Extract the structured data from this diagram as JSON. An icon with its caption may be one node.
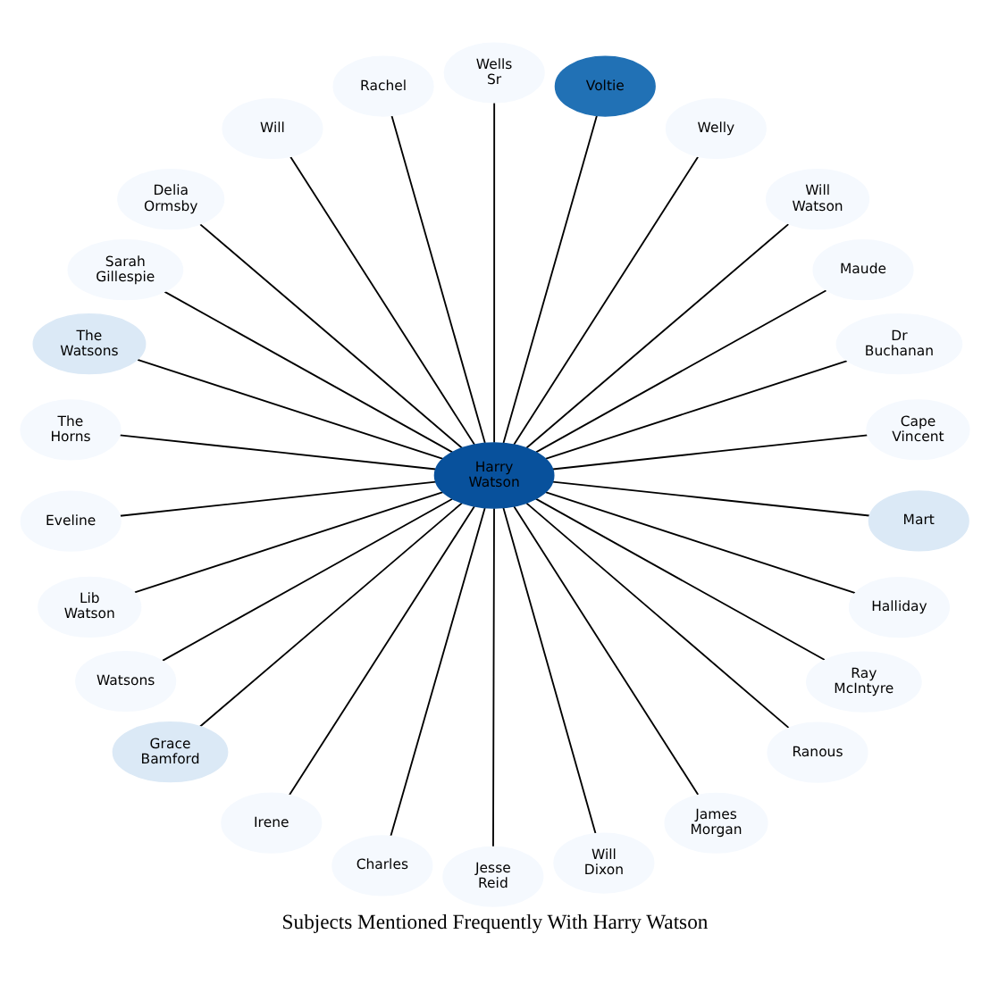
{
  "diagram": {
    "title": "Subjects Mentioned Frequently With Harry Watson",
    "nodes": [
      {
        "text": [
          "Rachel"
        ]
      },
      {
        "text": [
          "Wells Sr"
        ]
      },
      {
        "text": [
          "Delia Ormsby"
        ]
      },
      {
        "text": [
          "Welly"
        ]
      },
      {
        "text": [
          "Sarah Gillespie"
        ]
      },
      {
        "text": [
          "Will"
        ]
      },
      {
        "text": [
          "Will Watson"
        ]
      },
      {
        "text": [
          "The Horns"
        ]
      },
      {
        "text": [
          "Maude"
        ]
      },
      {
        "text": [
          "The Watsons"
        ]
      },
      {
        "text": [
          "Dr Buchanan"
        ]
      },
      {
        "text": [
          "Voltie"
        ]
      },
      {
        "text": [
          "Eveline"
        ]
      },
      {
        "text": [
          "Harry Watson"
        ]
      },
      {
        "text": [
          "Cape Vincent"
        ]
      },
      {
        "text": [
          "Lib Watson"
        ]
      },
      {
        "text": [
          "Mart"
        ]
      },
      {
        "text": [
          "Grace Bamford"
        ]
      },
      {
        "text": [
          "Halliday"
        ]
      },
      {
        "text": [
          "Watsons"
        ]
      },
      {
        "text": [
          "Ranous"
        ]
      },
      {
        "text": [
          "Ray McIntyre"
        ]
      },
      {
        "text": [
          "Irene"
        ]
      },
      {
        "text": [
          "Jesse Reid"
        ]
      },
      {
        "text": [
          "Charles"
        ]
      },
      {
        "text": [
          "James Morgan"
        ]
      },
      {
        "text": [
          "Will Dixon"
        ]
      }
    ],
    "edges": [
      {
        "from": 13,
        "to": 14,
        "arrow": "none"
      },
      {
        "from": 13,
        "to": 10,
        "arrow": "none"
      },
      {
        "from": 13,
        "to": 8,
        "arrow": "none"
      },
      {
        "from": 13,
        "to": 6,
        "arrow": "none"
      },
      {
        "from": 13,
        "to": 3,
        "arrow": "none"
      },
      {
        "from": 13,
        "to": 11,
        "arrow": "none"
      },
      {
        "from": 13,
        "to": 1,
        "arrow": "none"
      },
      {
        "from": 13,
        "to": 0,
        "arrow": "none"
      },
      {
        "from": 13,
        "to": 5,
        "arrow": "none"
      },
      {
        "from": 13,
        "to": 2,
        "arrow": "none"
      },
      {
        "from": 13,
        "to": 4,
        "arrow": "none"
      },
      {
        "from": 13,
        "to": 9,
        "arrow": "none"
      },
      {
        "from": 13,
        "to": 7,
        "arrow": "none"
      },
      {
        "from": 13,
        "to": 12,
        "arrow": "none"
      },
      {
        "from": 13,
        "to": 15,
        "arrow": "none"
      },
      {
        "from": 13,
        "to": 19,
        "arrow": "none"
      },
      {
        "from": 13,
        "to": 17,
        "arrow": "none"
      },
      {
        "from": 13,
        "to": 22,
        "arrow": "none"
      },
      {
        "from": 13,
        "to": 24,
        "arrow": "none"
      },
      {
        "from": 13,
        "to": 23,
        "arrow": "none"
      },
      {
        "from": 13,
        "to": 26,
        "arrow": "none"
      },
      {
        "from": 13,
        "to": 25,
        "arrow": "none"
      },
      {
        "from": 13,
        "to": 20,
        "arrow": "none"
      },
      {
        "from": 13,
        "to": 21,
        "arrow": "none"
      },
      {
        "from": 13,
        "to": 18,
        "arrow": "none"
      },
      {
        "from": 13,
        "to": 16,
        "arrow": "none"
      }
    ]
  }
}
